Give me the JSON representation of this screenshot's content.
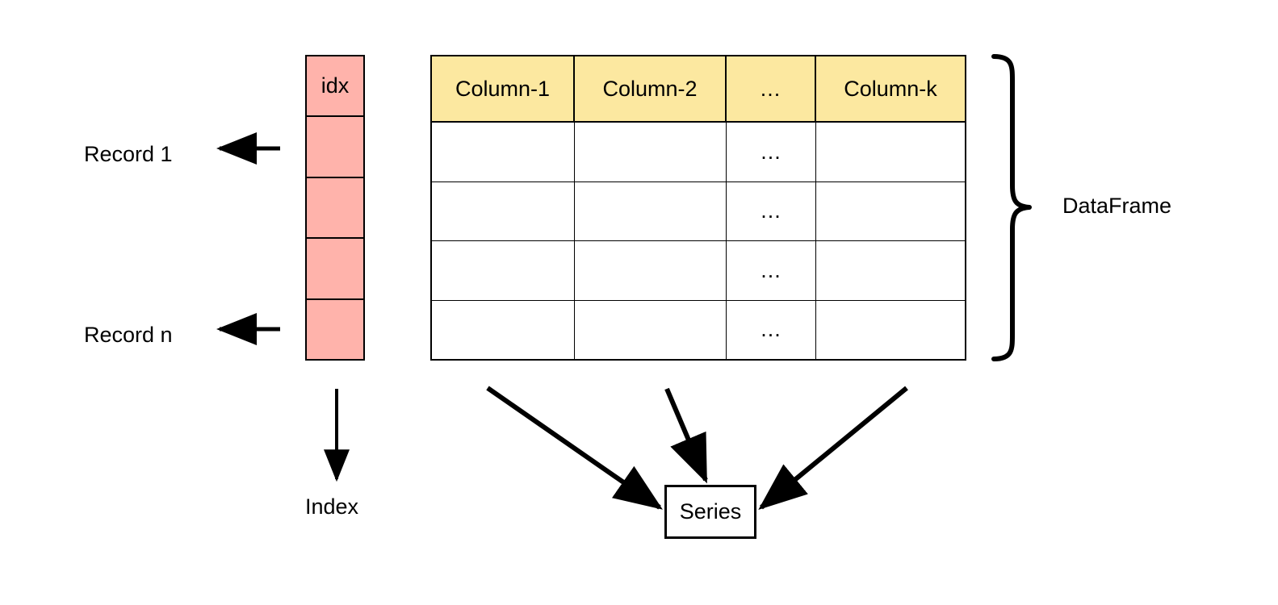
{
  "diagram": {
    "title": "pandas DataFrame structure",
    "colors": {
      "index_fill": "#ffb3ab",
      "header_fill": "#fce8a0",
      "cell_fill": "#ffffff",
      "stroke": "#000000",
      "background": "#ffffff"
    }
  },
  "index_column": {
    "header": "idx",
    "cells": [
      "",
      "",
      "",
      ""
    ],
    "arrow_label": "Index"
  },
  "table": {
    "headers": [
      "Column-1",
      "Column-2",
      "...",
      "Column-k"
    ],
    "rows": [
      [
        "",
        "",
        "...",
        ""
      ],
      [
        "",
        "",
        "...",
        ""
      ],
      [
        "",
        "",
        "...",
        ""
      ],
      [
        "",
        "",
        "...",
        ""
      ]
    ]
  },
  "record_labels": {
    "first": "Record 1",
    "last": "Record n"
  },
  "brace": {
    "label": "DataFrame"
  },
  "series": {
    "label": "Series"
  },
  "arrows": [
    {
      "name": "record-1-arrow",
      "from": "idx-row-1",
      "to": "Record 1",
      "direction": "left"
    },
    {
      "name": "record-n-arrow",
      "from": "idx-row-4",
      "to": "Record n",
      "direction": "left"
    },
    {
      "name": "index-arrow",
      "from": "idx-column",
      "to": "Index",
      "direction": "down"
    },
    {
      "name": "series-arrow-left",
      "from": "Column-1",
      "to": "Series",
      "direction": "down-right"
    },
    {
      "name": "series-arrow-middle",
      "from": "Column-2",
      "to": "Series",
      "direction": "down-right"
    },
    {
      "name": "series-arrow-right",
      "from": "Column-k",
      "to": "Series",
      "direction": "down-left"
    }
  ]
}
